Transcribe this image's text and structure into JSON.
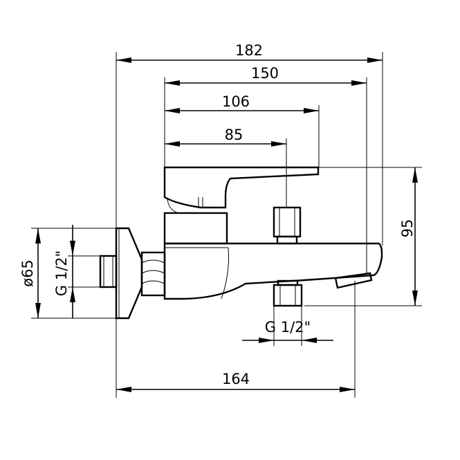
{
  "dimensions": {
    "overall_width": "182",
    "spout_reach": "150",
    "diverter_offset": "106",
    "handle_offset": "85",
    "height": "95",
    "flange_diameter": "ø65",
    "inlet_thread": "G 1/2\"",
    "outlet_thread": "G 1/2\"",
    "wall_to_outlet": "164"
  }
}
